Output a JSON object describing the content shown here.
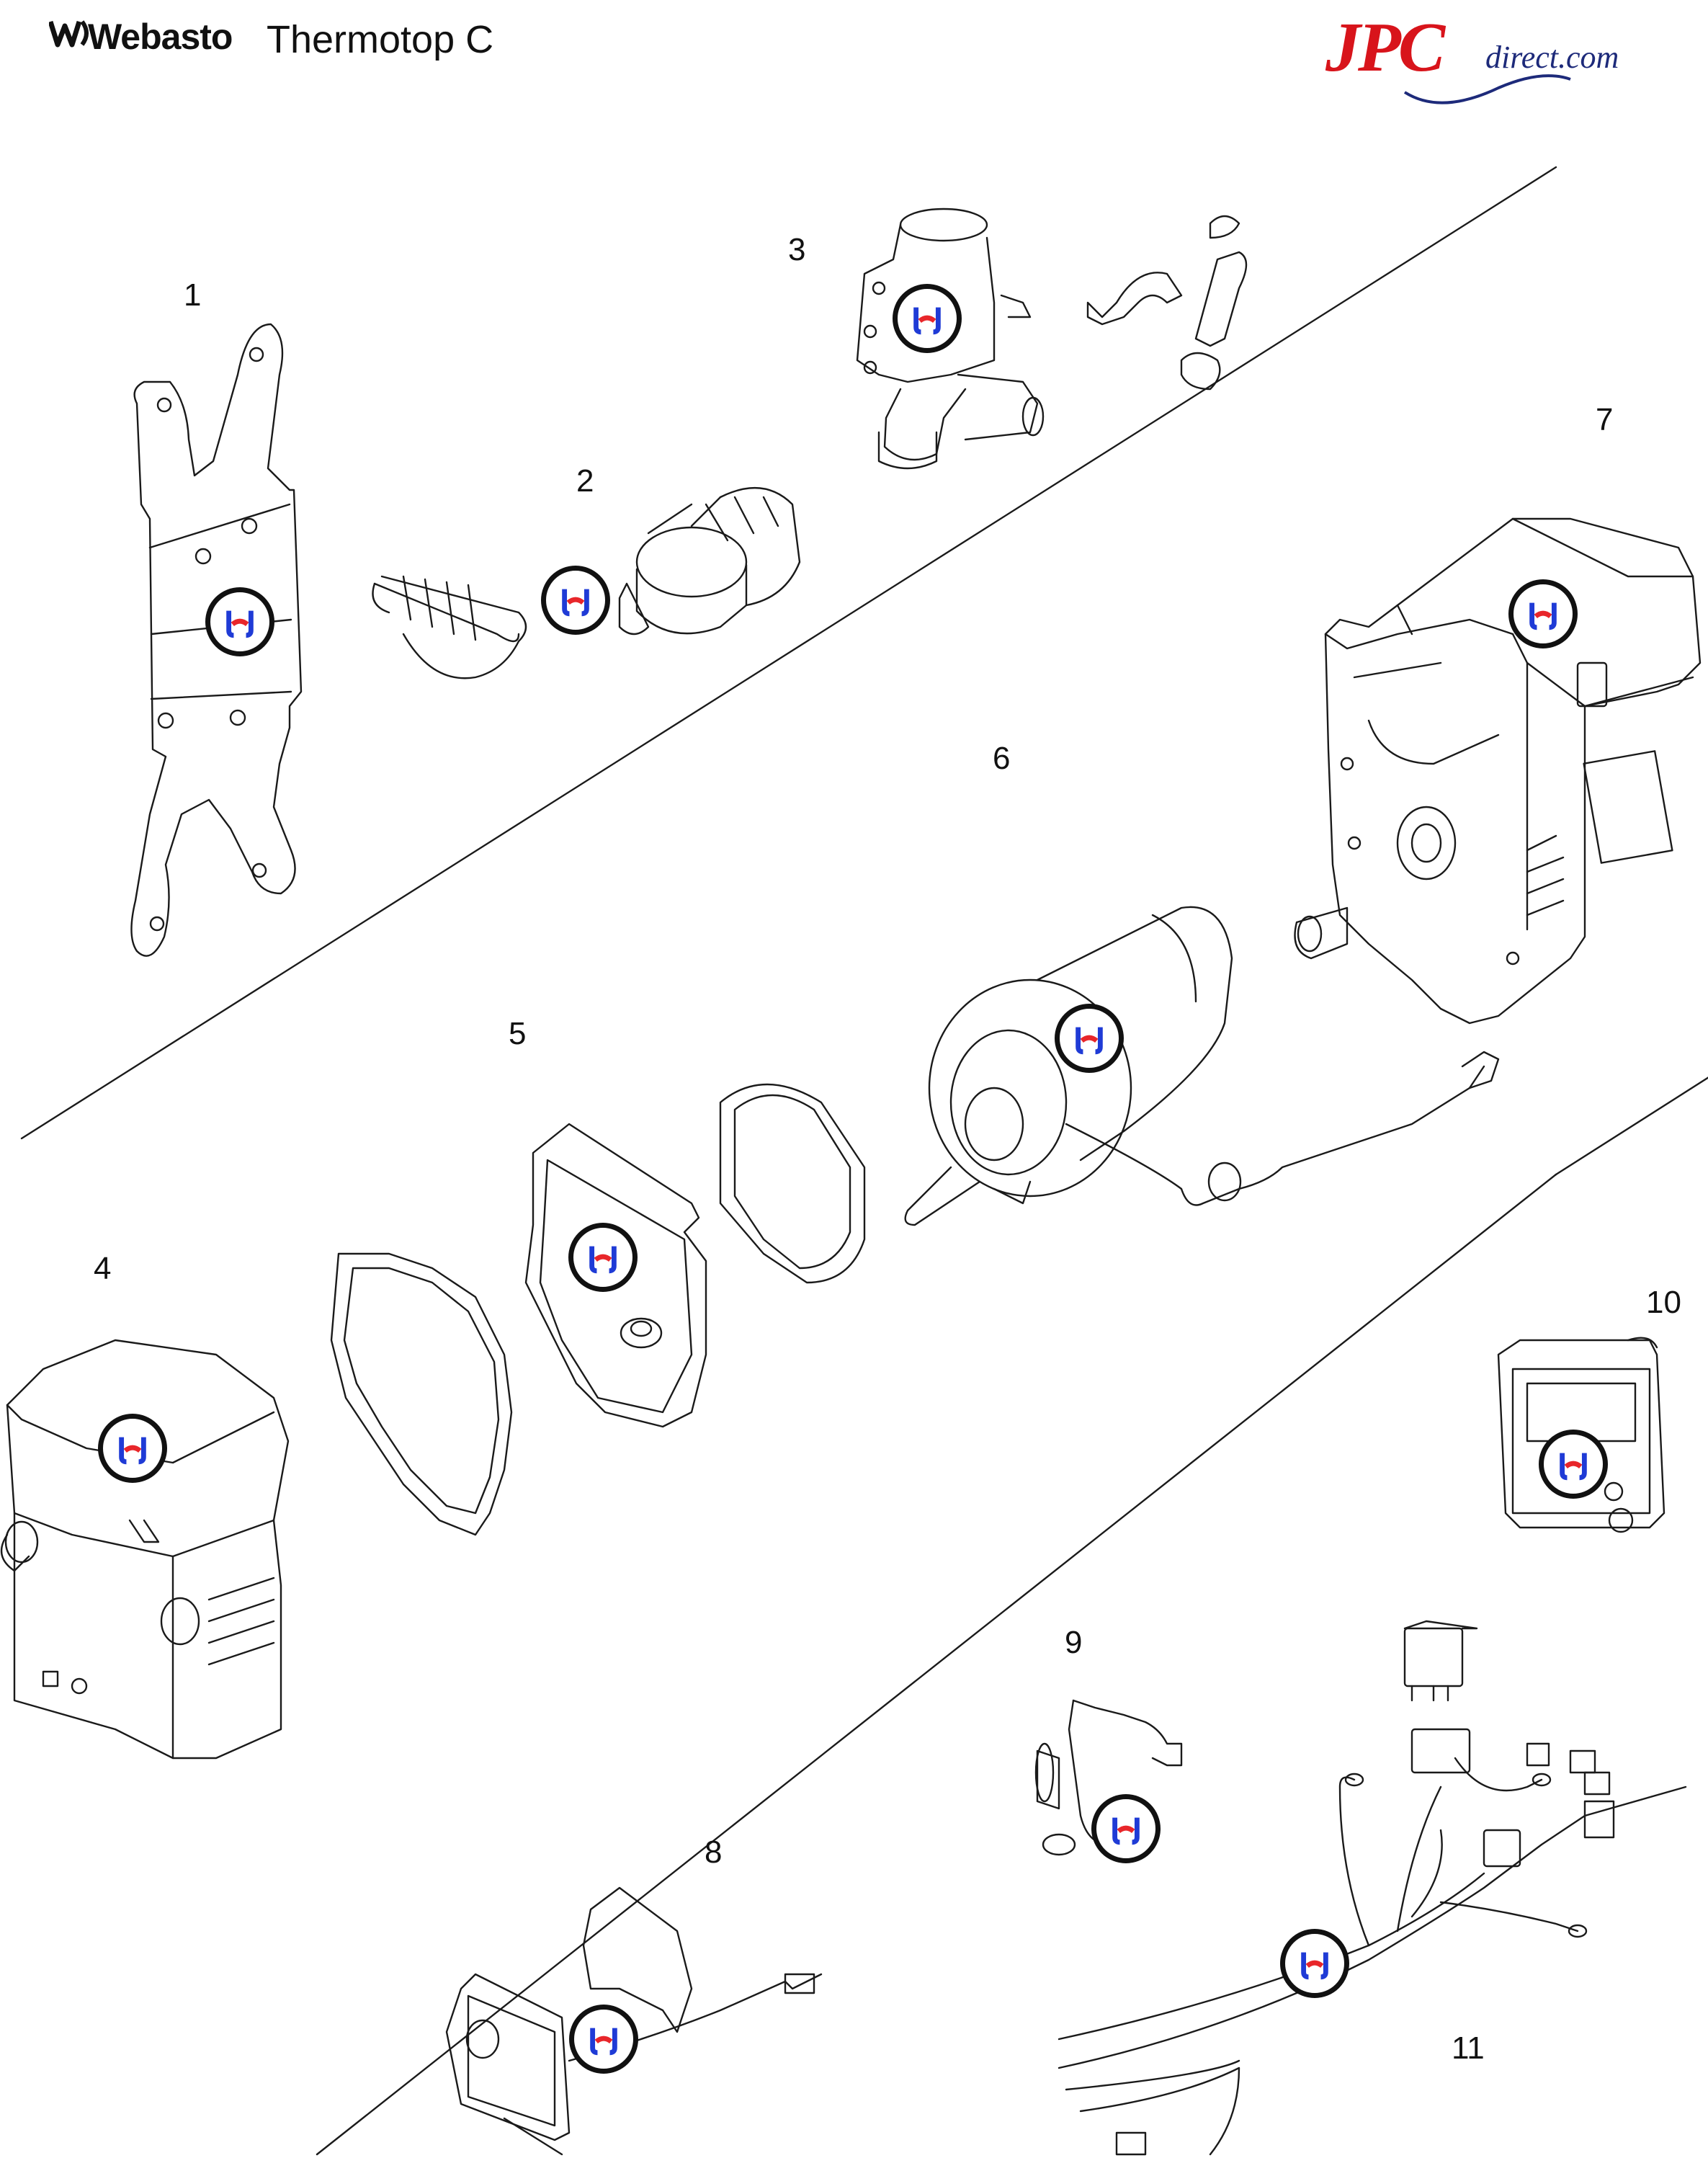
{
  "header": {
    "brand": "Webasto",
    "model": "Thermotop C",
    "logo_jpc": "JPC",
    "logo_direct": "direct.com"
  },
  "parts": [
    {
      "number": "1"
    },
    {
      "number": "2"
    },
    {
      "number": "3"
    },
    {
      "number": "4"
    },
    {
      "number": "5"
    },
    {
      "number": "6"
    },
    {
      "number": "7"
    },
    {
      "number": "8"
    },
    {
      "number": "9"
    },
    {
      "number": "10"
    },
    {
      "number": "11"
    }
  ],
  "colors": {
    "line": "#1a1a1a",
    "hotspot_blue": "#1f3bd6",
    "hotspot_red": "#e8262a",
    "logo_red": "#d8141b",
    "logo_navy": "#1d2a7a"
  },
  "icons": [
    "webasto-logo-icon",
    "jpc-direct-logo-icon",
    "part-hotspot-icon"
  ]
}
